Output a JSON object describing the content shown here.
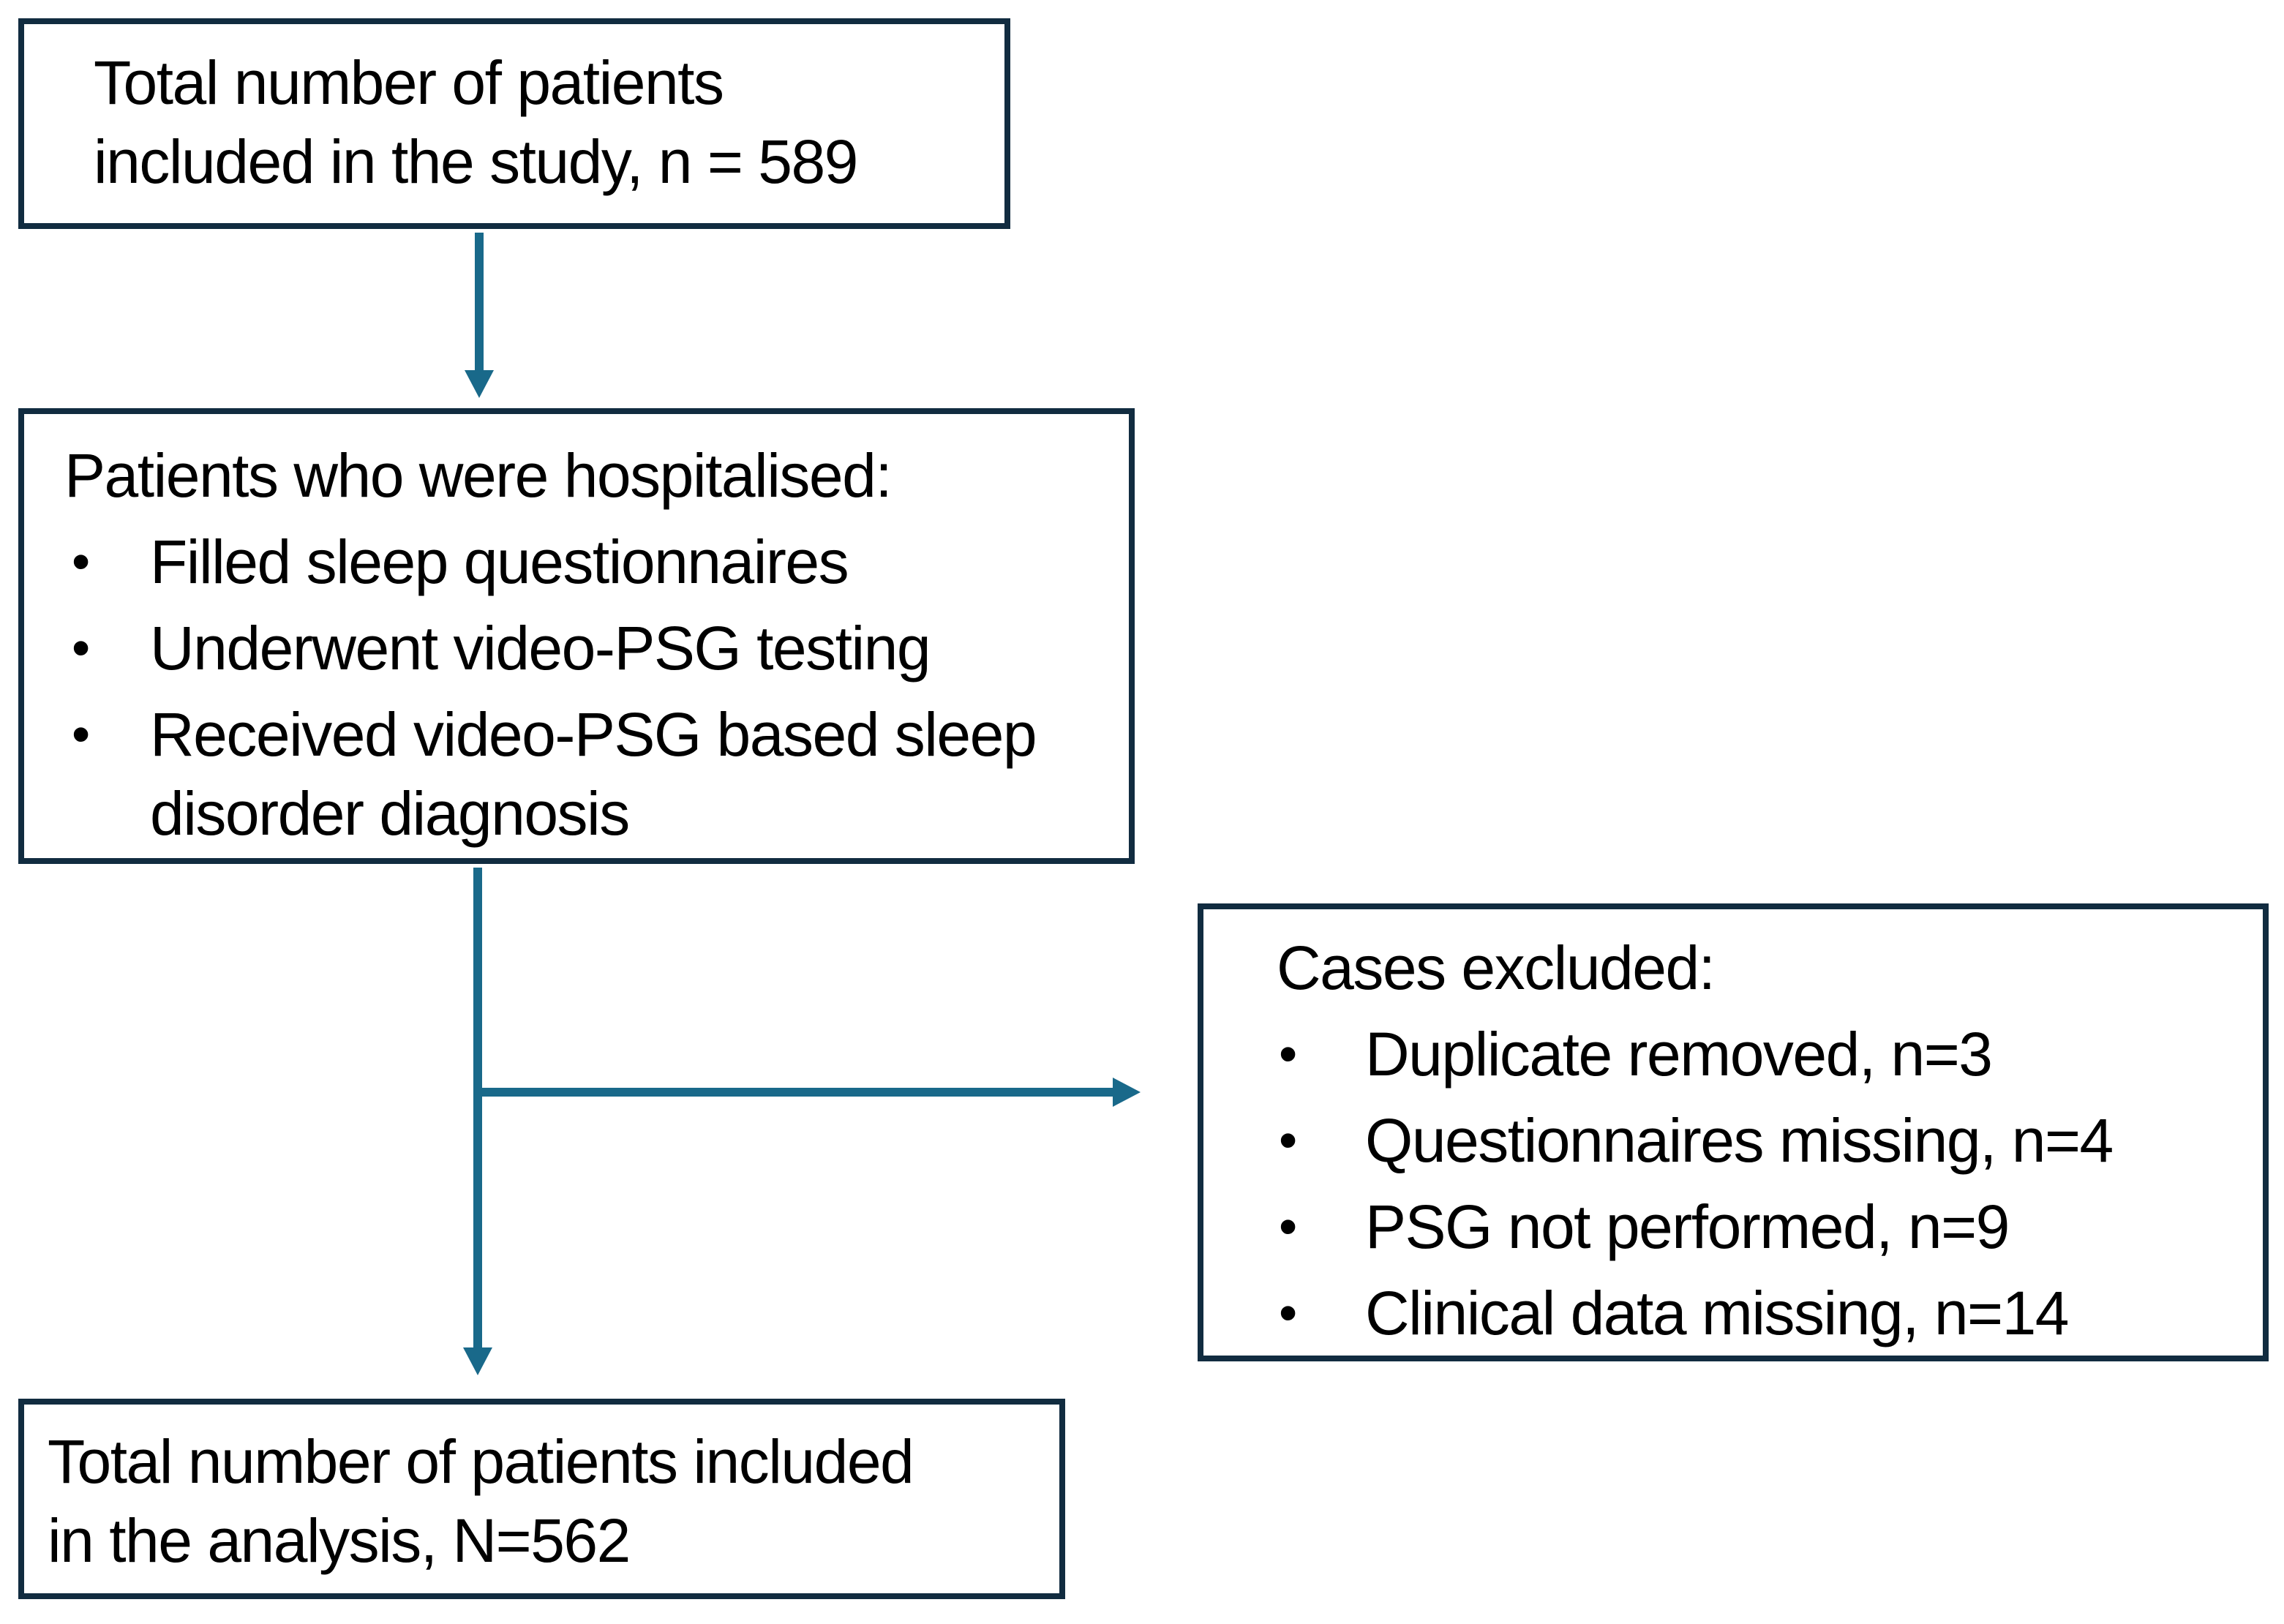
{
  "flowchart": {
    "bullet_glyph": "•",
    "colors": {
      "box_border": "#112c40",
      "arrow": "#19698a",
      "text": "#000000",
      "background": "#ffffff"
    },
    "boxes": {
      "total_study": {
        "lines": [
          "Total number of patients",
          "included in the study,  n = 589"
        ]
      },
      "hospitalised": {
        "heading": "Patients who were hospitalised:",
        "bullets": [
          "Filled sleep questionnaires",
          "Underwent video-PSG testing",
          "Received video-PSG based sleep disorder diagnosis"
        ]
      },
      "excluded": {
        "heading": "Cases excluded:",
        "bullets": [
          "Duplicate removed, n=3",
          "Questionnaires missing, n=4",
          "PSG not performed, n=9",
          "Clinical data missing, n=14"
        ]
      },
      "analysis": {
        "lines": [
          "Total number of patients included",
          "in the analysis, N=562"
        ]
      }
    }
  }
}
